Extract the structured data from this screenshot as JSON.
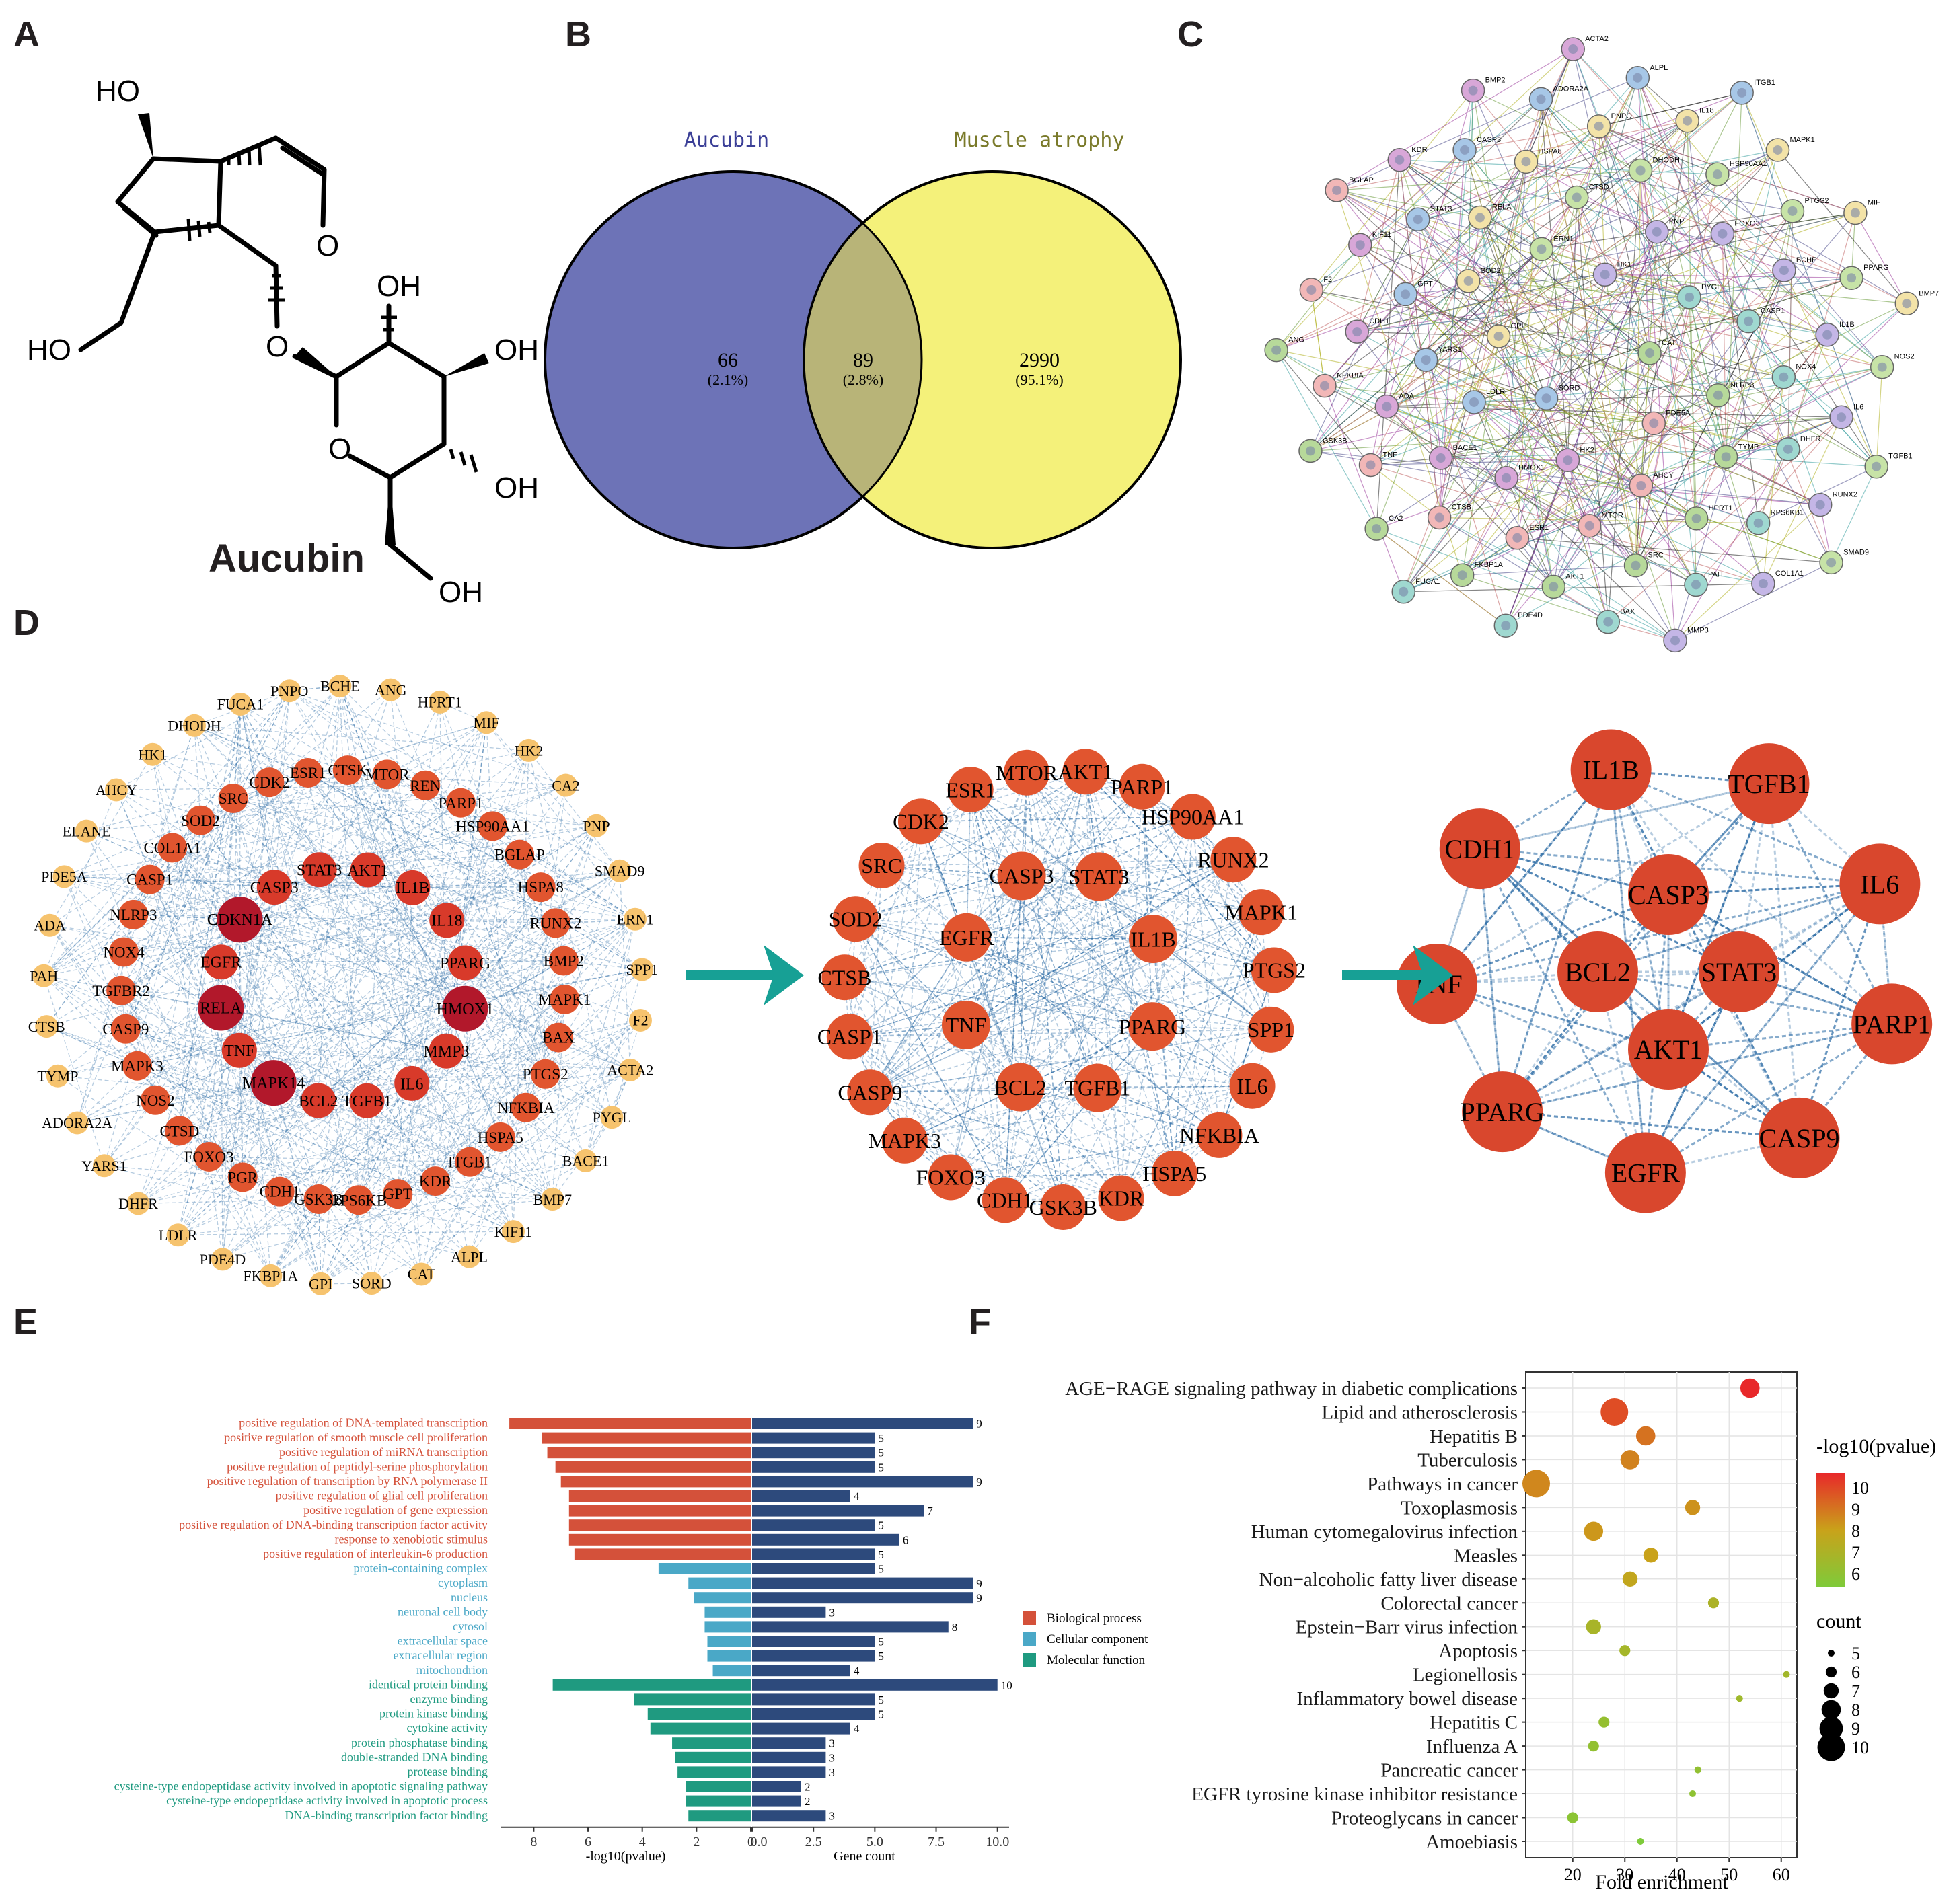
{
  "panels": {
    "A": "A",
    "B": "B",
    "C": "C",
    "D": "D",
    "E": "E",
    "F": "F"
  },
  "structure": {
    "name": "Aucubin",
    "labels": [
      "HO",
      "HO",
      "OH",
      "OH",
      "OH",
      "OH",
      "O",
      "O",
      "O"
    ]
  },
  "venn": {
    "left_label": "Aucubin",
    "right_label": "Muscle atrophy",
    "left_count": "66",
    "left_pct": "(2.1%)",
    "mid_count": "89",
    "mid_pct": "(2.8%)",
    "right_count": "2990",
    "right_pct": "(95.1%)",
    "colors": {
      "left": "#6d73b7",
      "right": "#f4f17a",
      "overlap": "#b8b478"
    }
  },
  "string_network": {
    "nodes": [
      "CAT",
      "SORD",
      "HK1",
      "PDE5A",
      "GPI",
      "PYGL",
      "HK2",
      "ERN1",
      "NLRP3",
      "LDLR",
      "PNP",
      "AHCY",
      "SOD2",
      "CASP1",
      "HMOX1",
      "CTSD",
      "TYMP",
      "YARS1",
      "FOXO3",
      "MTOR",
      "RELA",
      "NOX4",
      "BACE1",
      "DHODH",
      "HPRT1",
      "GPT",
      "BCHE",
      "ESR1",
      "HSPA8",
      "DHFR",
      "ADA",
      "HSP90AA1",
      "SRC",
      "STAT3",
      "IL1B",
      "CTSB",
      "PNPO",
      "RPS6KB1",
      "CDH1",
      "PTGS2",
      "AKT1",
      "CASP3",
      "IL6",
      "TNF",
      "IL18",
      "PAH",
      "KIF11",
      "PPARG",
      "FKBP1A",
      "ADORA2A",
      "RUNX2",
      "NFKBIA",
      "MAPK1",
      "BAX",
      "KDR",
      "NOS2",
      "CA2",
      "ALPL",
      "COL1A1",
      "F2",
      "MIF",
      "PDE4D",
      "BMP2",
      "TGFB1",
      "GSK3B",
      "ITGB1",
      "MMP3",
      "BGLAP",
      "BMP7",
      "FUCA1",
      "ACTA2",
      "SMAD9",
      "ANG"
    ]
  },
  "network_d": {
    "full_outer": [
      "FUCA1",
      "PNPO",
      "BCHE",
      "ANG",
      "HPRT1",
      "MIF",
      "HK2",
      "CA2",
      "PNP",
      "SMAD9",
      "ERN1",
      "SPP1",
      "F2",
      "ACTA2",
      "PYGL",
      "BACE1",
      "BMP7",
      "KIF11",
      "ALPL",
      "CAT",
      "SORD",
      "GPI",
      "FKBP1A",
      "PDE4D",
      "LDLR",
      "DHFR",
      "YARS1",
      "ADORA2A",
      "TYMP",
      "CTSB",
      "PAH",
      "ADA",
      "PDE5A",
      "ELANE",
      "AHCY",
      "HK1",
      "DHODH"
    ],
    "full_middle": [
      "MTOR",
      "REN",
      "PARP1",
      "HSP90AA1",
      "BGLAP",
      "HSPA8",
      "RUNX2",
      "BMP2",
      "MAPK1",
      "BAX",
      "PTGS2",
      "NFKBIA",
      "HSPA5",
      "ITGB1",
      "KDR",
      "GPT",
      "RPS6KB",
      "GSK3B",
      "CDH1",
      "PGR",
      "FOXO3",
      "CTSD",
      "NOS2",
      "MAPK3",
      "CASP9",
      "TGFBR2",
      "NOX4",
      "NLRP3",
      "CASP1",
      "COL1A1",
      "SOD2",
      "SRC",
      "CDK2",
      "ESR1",
      "CTSK"
    ],
    "full_inner": [
      "AKT1",
      "IL1B",
      "IL18",
      "PPARG",
      "HMOX1",
      "MMP3",
      "IL6",
      "TGFB1",
      "BCL2",
      "MAPK14",
      "TNF",
      "RELA",
      "EGFR",
      "CDKN1A",
      "CASP3",
      "STAT3"
    ],
    "mid_outer": [
      "AKT1",
      "PARP1",
      "HSP90AA1",
      "RUNX2",
      "MAPK1",
      "PTGS2",
      "SPP1",
      "IL6",
      "NFKBIA",
      "HSPA5",
      "KDR",
      "GSK3B",
      "CDH1",
      "FOXO3",
      "MAPK3",
      "CASP9",
      "CASP1",
      "CTSB",
      "SOD2",
      "SRC",
      "CDK2",
      "ESR1",
      "MTOR"
    ],
    "mid_inner": [
      "STAT3",
      "IL1B",
      "PPARG",
      "TGFB1",
      "BCL2",
      "TNF",
      "EGFR",
      "CASP3"
    ],
    "core_outer": [
      "IL1B",
      "TGFB1",
      "IL6",
      "PARP1",
      "CASP9",
      "EGFR",
      "PPARG",
      "TNF",
      "CDH1"
    ],
    "core_inner": [
      "CASP3",
      "STAT3",
      "AKT1",
      "BCL2"
    ]
  },
  "go_chart": {
    "xlabel_left": "-log10(pvalue)",
    "xlabel_right": "Gene count",
    "left_ticks": [
      "8",
      "6",
      "4",
      "2",
      "0"
    ],
    "right_ticks": [
      "0.0",
      "2.5",
      "5.0",
      "7.5",
      "10.0"
    ],
    "legend": [
      {
        "label": "Biological process",
        "color": "#d4513a"
      },
      {
        "label": "Cellular component",
        "color": "#4aa8c7"
      },
      {
        "label": "Molecular function",
        "color": "#1f9a80"
      }
    ],
    "bar_right_color": "#2d4a7c"
  },
  "chart_data": [
    {
      "type": "bar",
      "subtype": "diverging",
      "xlabel_left": "-log10(pvalue)",
      "xlabel_right": "Gene count",
      "xlim_left": [
        0,
        9.2
      ],
      "xlim_right": [
        0,
        10.2
      ],
      "terms": [
        {
          "term": "positive regulation of DNA-templated transcription",
          "cat": "BP",
          "logp": 8.9,
          "count": 9
        },
        {
          "term": "positive regulation of smooth muscle cell proliferation",
          "cat": "BP",
          "logp": 7.7,
          "count": 5
        },
        {
          "term": "positive regulation of miRNA transcription",
          "cat": "BP",
          "logp": 7.5,
          "count": 5
        },
        {
          "term": "positive regulation of peptidyl-serine phosphorylation",
          "cat": "BP",
          "logp": 7.2,
          "count": 5
        },
        {
          "term": "positive regulation of transcription by RNA polymerase II",
          "cat": "BP",
          "logp": 7.0,
          "count": 9
        },
        {
          "term": "positive regulation of glial cell proliferation",
          "cat": "BP",
          "logp": 6.7,
          "count": 4
        },
        {
          "term": "positive regulation of gene expression",
          "cat": "BP",
          "logp": 6.7,
          "count": 7
        },
        {
          "term": "positive regulation of DNA-binding transcription factor activity",
          "cat": "BP",
          "logp": 6.7,
          "count": 5
        },
        {
          "term": "response to xenobiotic stimulus",
          "cat": "BP",
          "logp": 6.7,
          "count": 6
        },
        {
          "term": "positive regulation of interleukin-6 production",
          "cat": "BP",
          "logp": 6.5,
          "count": 5
        },
        {
          "term": "protein-containing complex",
          "cat": "CC",
          "logp": 3.4,
          "count": 5
        },
        {
          "term": "cytoplasm",
          "cat": "CC",
          "logp": 2.3,
          "count": 9
        },
        {
          "term": "nucleus",
          "cat": "CC",
          "logp": 2.1,
          "count": 9
        },
        {
          "term": "neuronal cell body",
          "cat": "CC",
          "logp": 1.7,
          "count": 3
        },
        {
          "term": "cytosol",
          "cat": "CC",
          "logp": 1.7,
          "count": 8
        },
        {
          "term": "extracellular space",
          "cat": "CC",
          "logp": 1.6,
          "count": 5
        },
        {
          "term": "extracellular region",
          "cat": "CC",
          "logp": 1.6,
          "count": 5
        },
        {
          "term": "mitochondrion",
          "cat": "CC",
          "logp": 1.4,
          "count": 4
        },
        {
          "term": "identical protein binding",
          "cat": "MF",
          "logp": 7.3,
          "count": 10
        },
        {
          "term": "enzyme binding",
          "cat": "MF",
          "logp": 4.3,
          "count": 5
        },
        {
          "term": "protein kinase binding",
          "cat": "MF",
          "logp": 3.8,
          "count": 5
        },
        {
          "term": "cytokine activity",
          "cat": "MF",
          "logp": 3.7,
          "count": 4
        },
        {
          "term": "protein phosphatase binding",
          "cat": "MF",
          "logp": 2.9,
          "count": 3
        },
        {
          "term": "double-stranded DNA binding",
          "cat": "MF",
          "logp": 2.8,
          "count": 3
        },
        {
          "term": "protease binding",
          "cat": "MF",
          "logp": 2.7,
          "count": 3
        },
        {
          "term": "cysteine-type endopeptidase activity involved in apoptotic signaling pathway",
          "cat": "MF",
          "logp": 2.4,
          "count": 2
        },
        {
          "term": "cysteine-type endopeptidase activity involved in apoptotic process",
          "cat": "MF",
          "logp": 2.4,
          "count": 2
        },
        {
          "term": "DNA-binding transcription factor binding",
          "cat": "MF",
          "logp": 2.3,
          "count": 3
        }
      ]
    },
    {
      "type": "scatter",
      "subtype": "bubble",
      "xlabel": "Fold enrichment",
      "xlim": [
        11,
        63
      ],
      "xticks": [
        20,
        30,
        40,
        50,
        60
      ],
      "color_label": "-log10(pvalue)",
      "color_ticks": [
        "10",
        "9",
        "8",
        "7",
        "6"
      ],
      "size_label": "count",
      "size_ticks": [
        "5",
        "6",
        "7",
        "8",
        "9",
        "10"
      ],
      "grid": true,
      "points": [
        {
          "term": "AGE−RAGE signaling pathway in diabetic complications",
          "fe": 54,
          "logp": 10.6,
          "count": 8
        },
        {
          "term": "Lipid and atherosclerosis",
          "fe": 28,
          "logp": 9.9,
          "count": 10
        },
        {
          "term": "Hepatitis B",
          "fe": 34,
          "logp": 9.2,
          "count": 8
        },
        {
          "term": "Tuberculosis",
          "fe": 31,
          "logp": 8.9,
          "count": 8
        },
        {
          "term": "Pathways in cancer",
          "fe": 13,
          "logp": 8.8,
          "count": 10
        },
        {
          "term": "Toxoplasmosis",
          "fe": 43,
          "logp": 8.6,
          "count": 7
        },
        {
          "term": "Human cytomegalovirus infection",
          "fe": 24,
          "logp": 8.5,
          "count": 8
        },
        {
          "term": "Measles",
          "fe": 35,
          "logp": 8.3,
          "count": 7
        },
        {
          "term": "Non−alcoholic fatty liver disease",
          "fe": 31,
          "logp": 8.1,
          "count": 7
        },
        {
          "term": "Colorectal cancer",
          "fe": 47,
          "logp": 7.4,
          "count": 6
        },
        {
          "term": "Epstein−Barr virus infection",
          "fe": 24,
          "logp": 7.3,
          "count": 7
        },
        {
          "term": "Apoptosis",
          "fe": 30,
          "logp": 7.2,
          "count": 6
        },
        {
          "term": "Legionellosis",
          "fe": 61,
          "logp": 7.1,
          "count": 5
        },
        {
          "term": "Inflammatory bowel disease",
          "fe": 52,
          "logp": 7.0,
          "count": 5
        },
        {
          "term": "Hepatitis C",
          "fe": 26,
          "logp": 6.7,
          "count": 6
        },
        {
          "term": "Influenza A",
          "fe": 24,
          "logp": 6.6,
          "count": 6
        },
        {
          "term": "Pancreatic cancer",
          "fe": 44,
          "logp": 6.6,
          "count": 5
        },
        {
          "term": "EGFR tyrosine kinase inhibitor resistance",
          "fe": 43,
          "logp": 6.5,
          "count": 5
        },
        {
          "term": "Proteoglycans in cancer",
          "fe": 20,
          "logp": 6.4,
          "count": 6
        },
        {
          "term": "Amoebiasis",
          "fe": 33,
          "logp": 6.0,
          "count": 5
        }
      ]
    }
  ]
}
